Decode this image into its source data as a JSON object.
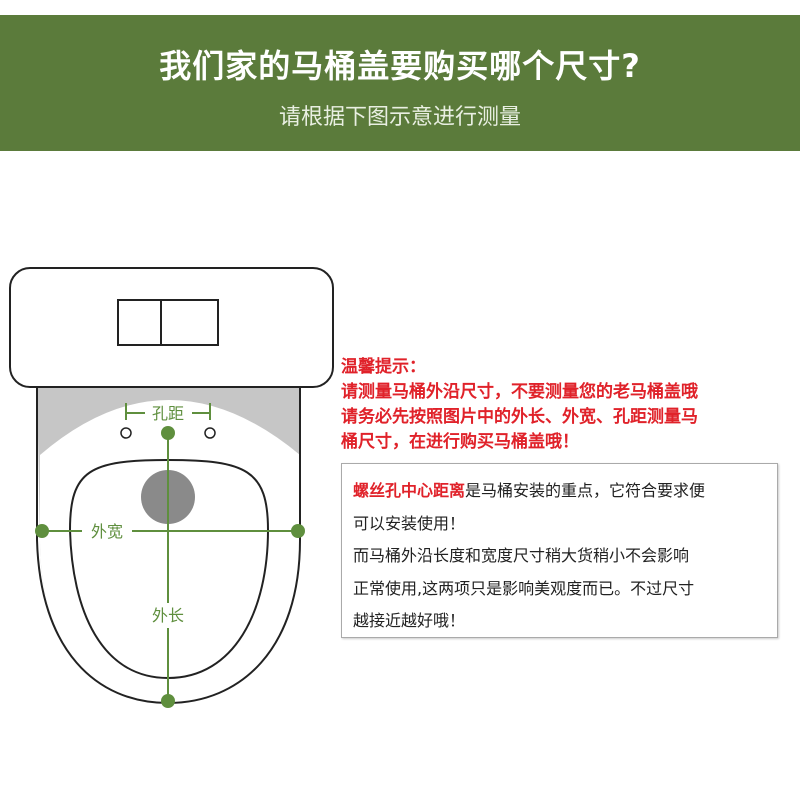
{
  "header": {
    "title": "我们家的马桶盖要购买哪个尺寸?",
    "subtitle": "请根据下图示意进行测量"
  },
  "diagram": {
    "labels": {
      "hole_distance": "孔距",
      "outer_width": "外宽",
      "outer_length": "外长"
    },
    "accent_color": "#5f8f3e"
  },
  "tips": {
    "heading": "温馨提示：",
    "lines": [
      "请测量马桶外沿尺寸，不要测量您的老马桶盖哦",
      "请务必先按照图片中的外长、外宽、孔距测量马",
      "桶尺寸，在进行购买马桶盖哦！"
    ]
  },
  "note": {
    "highlight": "螺丝孔中心距离",
    "line1_rest": "是马桶安装的重点，它符合要求便",
    "lines": [
      "可以安装使用！",
      "而马桶外沿长度和宽度尺寸稍大货稍小不会影响",
      "正常使用,这两项只是影响美观度而已。不过尺寸",
      "越接近越好哦！"
    ]
  }
}
